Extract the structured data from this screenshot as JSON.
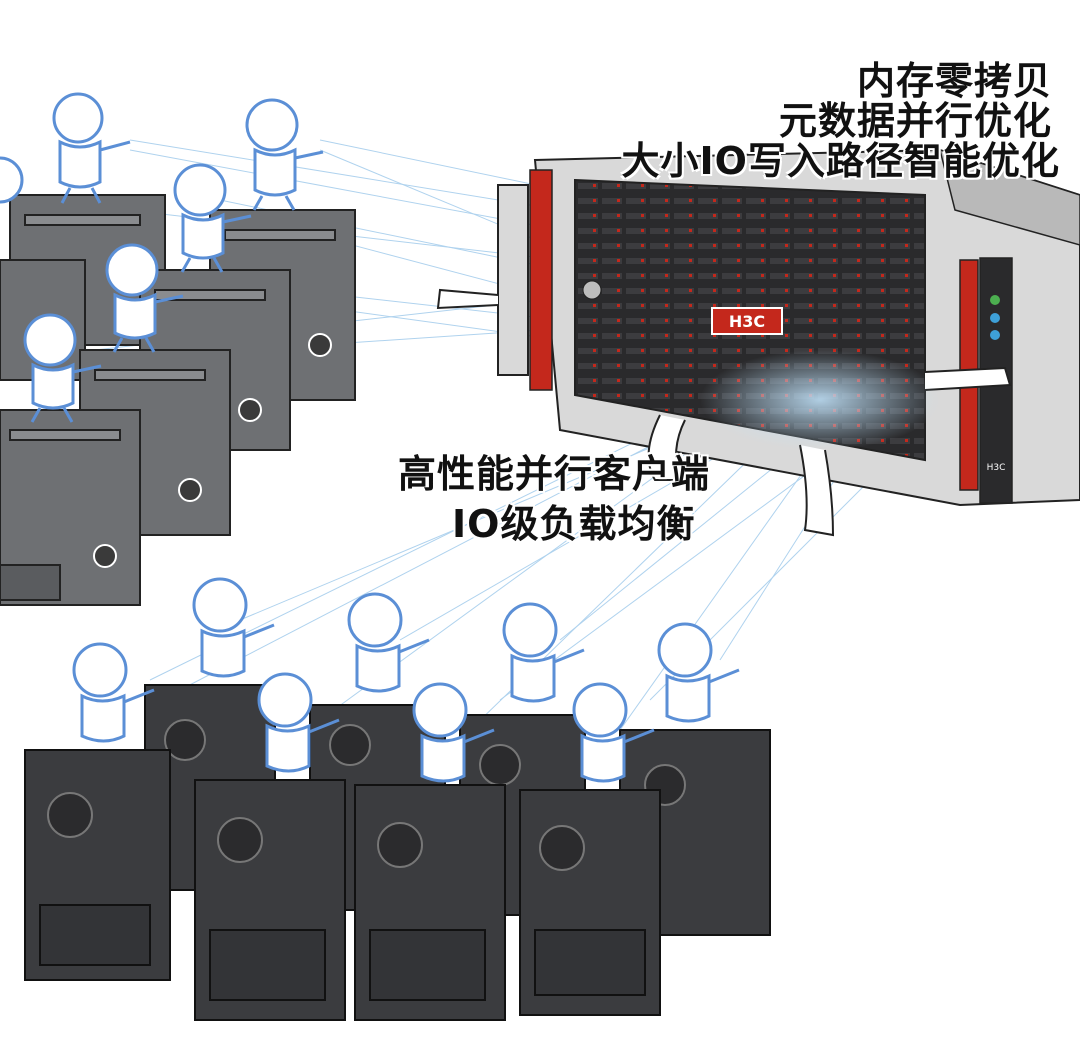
{
  "captions": {
    "top": [
      "内存零拷贝",
      "元数据并行优化",
      "大小IO写入路径智能优化"
    ],
    "middle": [
      "高性能并行客户端",
      "IO级负载均衡"
    ]
  },
  "server": {
    "brand_logo": "H3C",
    "side_label": "H3C"
  },
  "colors": {
    "server_red": "#c4281c",
    "server_silver": "#d9d9d9",
    "tower_gray": "#6e7073",
    "tower_black": "#3b3c3f",
    "figure_outline": "#5b8fd6",
    "beam_blue": "#9cc8ea"
  }
}
